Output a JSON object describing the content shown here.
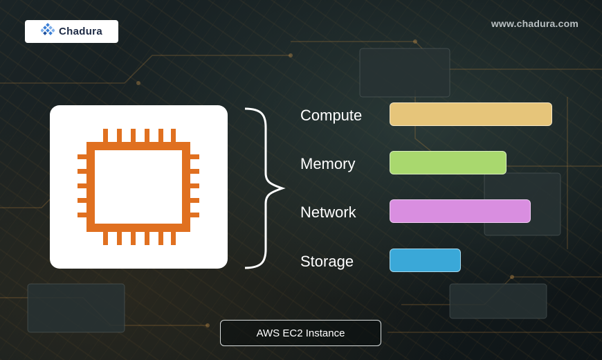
{
  "brand": {
    "logo_text": "Chadura",
    "logo_icon": "diamond-grid-icon",
    "website": "www.chadura.com"
  },
  "chip": {
    "icon": "cpu-chip-icon",
    "color": "#e07020"
  },
  "resources": [
    {
      "label": "Compute",
      "color": "#e6c57a",
      "level": 1.0
    },
    {
      "label": "Memory",
      "color": "#a9d86e",
      "level": 0.72
    },
    {
      "label": "Network",
      "color": "#d98ee0",
      "level": 0.87
    },
    {
      "label": "Storage",
      "color": "#3aa8d8",
      "level": 0.44
    }
  ],
  "footer": {
    "button_label": "AWS EC2 Instance"
  }
}
